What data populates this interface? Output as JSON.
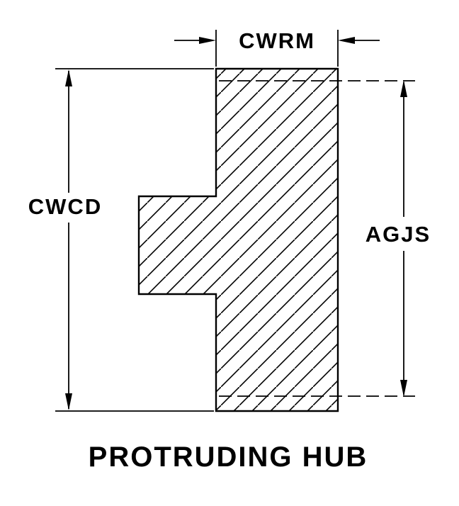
{
  "diagram": {
    "title": "PROTRUDING HUB",
    "labels": {
      "top": "CWRM",
      "left": "CWCD",
      "right": "AGJS"
    },
    "colors": {
      "line": "#000000",
      "background": "#ffffff"
    }
  }
}
